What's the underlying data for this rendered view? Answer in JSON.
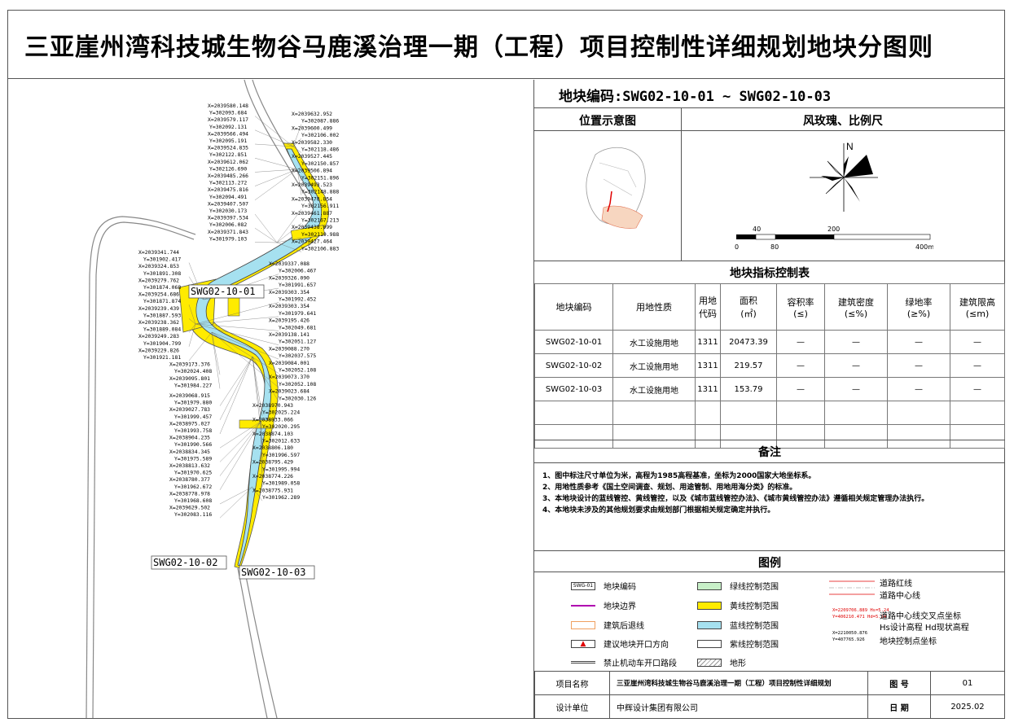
{
  "title": "三亚崖州湾科技城生物谷马鹿溪治理一期（工程）项目控制性详细规划地块分图则",
  "map": {
    "parcel_labels": [
      "SWG02-10-01",
      "SWG02-10-02",
      "SWG02-10-03"
    ],
    "coords": [
      "X=2039580.148",
      "Y=302093.684",
      "X=2039579.117",
      "Y=302092.131",
      "X=2039566.494",
      "Y=302095.191",
      "X=2039524.835",
      "Y=302122.851",
      "X=2039612.062",
      "Y=302126.690",
      "X=2039485.266",
      "Y=302113.272",
      "X=2039475.816",
      "Y=302094.491",
      "X=2039407.507",
      "Y=302030.173",
      "X=2039397.534",
      "Y=302006.082",
      "X=2039371.843",
      "Y=301979.103",
      "X=2039341.744",
      "Y=301902.417",
      "X=2039324.853",
      "Y=301891.308",
      "X=2039279.762",
      "Y=301874.068",
      "X=2039254.686",
      "Y=301871.874",
      "X=2039239.439",
      "Y=301887.593",
      "X=2039238.362",
      "Y=301889.084",
      "X=2039249.283",
      "Y=301904.799",
      "X=2039229.826",
      "Y=301921.181",
      "X=2039173.376",
      "Y=302024.408",
      "X=2039095.801",
      "Y=301984.227",
      "X=2039068.915",
      "Y=301979.880",
      "X=2039027.783",
      "Y=301999.457",
      "X=2038975.027",
      "Y=301993.758",
      "X=2038904.235",
      "Y=301990.566",
      "X=2038834.345",
      "Y=301975.589",
      "X=2038813.632",
      "Y=301970.625",
      "X=2038780.377",
      "Y=301962.672",
      "X=2038778.978",
      "Y=301968.608",
      "X=2039629.502",
      "Y=302083.116",
      "X=2039632.952",
      "Y=302087.886",
      "X=2039600.499",
      "Y=302106.002",
      "X=2039582.330",
      "Y=302118.486",
      "X=2039527.445",
      "Y=302150.857",
      "X=2039506.894",
      "Y=302151.896",
      "X=2039493.523",
      "Y=302148.888",
      "X=2039478.854",
      "Y=302156.911",
      "X=2039461.887",
      "Y=302167.213",
      "X=2039438.099",
      "Y=302119.988",
      "X=2039427.464",
      "Y=302106.883",
      "X=2039337.088",
      "Y=302006.467",
      "X=2039326.090",
      "Y=301991.657",
      "X=2039303.354",
      "Y=301992.452",
      "X=2039303.354",
      "Y=301979.641",
      "X=2039195.426",
      "Y=302049.681",
      "X=2039138.141",
      "Y=302051.127",
      "X=2039088.270",
      "Y=302037.575",
      "X=2039084.001",
      "Y=302052.108",
      "X=2039073.370",
      "Y=302052.108",
      "X=2039023.684",
      "Y=302030.126",
      "X=2038970.943",
      "Y=302025.224",
      "X=2038933.066",
      "Y=302020.295",
      "X=2038874.103",
      "Y=302012.633",
      "X=2038806.180",
      "Y=301996.597",
      "X=2038795.429",
      "Y=301995.994",
      "X=2038774.226",
      "Y=301989.058",
      "X=2038775.931",
      "Y=301962.289"
    ]
  },
  "panel": {
    "code_title": "地块编码:SWG02-10-01 ~ SWG02-10-03",
    "location_header": "位置示意图",
    "rose_header": "风玫瑰、比例尺",
    "north": "N",
    "scale_ticks_top": [
      "40",
      "200"
    ],
    "scale_ticks_bottom": [
      "0",
      "80",
      "400m"
    ],
    "index_table_title": "地块指标控制表",
    "columns": [
      "地块编码",
      "用地性质",
      "用地\n代码",
      "面积\n(㎡)",
      "容积率\n(≤)",
      "建筑密度\n(≤%)",
      "绿地率\n(≥%)",
      "建筑限高\n(≤m)"
    ],
    "rows": [
      [
        "SWG02-10-01",
        "水工设施用地",
        "1311",
        "20473.39",
        "—",
        "—",
        "—",
        "—"
      ],
      [
        "SWG02-10-02",
        "水工设施用地",
        "1311",
        "219.57",
        "—",
        "—",
        "—",
        "—"
      ],
      [
        "SWG02-10-03",
        "水工设施用地",
        "1311",
        "153.79",
        "—",
        "—",
        "—",
        "—"
      ],
      [
        "",
        "",
        "",
        "",
        "",
        "",
        "",
        ""
      ],
      [
        "",
        "",
        "",
        "",
        "",
        "",
        "",
        ""
      ]
    ],
    "notes_title": "备注",
    "notes": [
      "1、图中标注尺寸单位为米，高程为1985高程基准，坐标为2000国家大地坐标系。",
      "2、用地性质参考《国土空间调查、规划、用途管制、用地用海分类》的标准。",
      "3、本地块设计的蓝线管控、黄线管控，以及《城市蓝线管控办法》、《城市黄线管控办法》遵循相关规定管理办法执行。",
      "4、本地块未涉及的其他规划要求由规划部门根据相关规定确定并执行。"
    ],
    "legend_title": "图例",
    "legend_left": [
      {
        "swatch": "SWG-01",
        "label": "地块编码"
      },
      {
        "swatch": "",
        "label": "地块边界"
      },
      {
        "swatch": "",
        "label": "建筑后退线"
      },
      {
        "swatch": "",
        "label": "建议地块开口方向"
      },
      {
        "swatch": "",
        "label": "禁止机动车开口路段"
      }
    ],
    "legend_mid": [
      "绿线控制范围",
      "黄线控制范围",
      "蓝线控制范围",
      "紫线控制范围",
      "地形"
    ],
    "legend_right": [
      "道路红线",
      "道路中心线",
      "道路中心线交叉点坐标",
      "Hs设计高程  Hd现状高程",
      "地块控制点坐标"
    ],
    "legend_sample": {
      "xy1": "X=2209706.889 Hs=5.24",
      "xy2": "Y=406210.471  Hd=5.24",
      "xy3": "X=2210050.876",
      "xy4": "Y=407765.926"
    },
    "colors": {
      "green": "#c8f0c8",
      "yellow": "#ffeb00",
      "blue": "#a6e1f0",
      "purple_line": "#b000b0",
      "orange_line": "#f0a060",
      "red": "#e00000"
    },
    "footer": {
      "project_label": "项目名称",
      "project_value": "三亚崖州湾科技城生物谷马鹿溪治理一期（工程）项目控制性详细规划",
      "figno_label": "图 号",
      "figno_value": "01",
      "designer_label": "设计单位",
      "designer_value": "中辉设计集团有限公司",
      "date_label": "日 期",
      "date_value": "2025.02"
    }
  }
}
